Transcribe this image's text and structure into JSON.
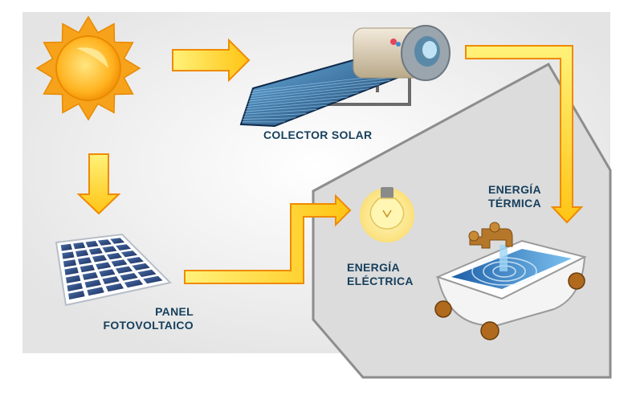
{
  "labels": {
    "collector": "COLECTOR SOLAR",
    "thermal_line1": "ENERGÍA",
    "thermal_line2": "TÉRMICA",
    "electric_line1": "ENERGÍA",
    "electric_line2": "ELÉCTRICA",
    "panel_line1": "PANEL",
    "panel_line2": "FOTOVOLTAICO"
  },
  "colors": {
    "label": "#163f5c",
    "arrow_fill": "#ffd21f",
    "arrow_stroke": "#f08a00",
    "house_fill": "#d9d9d9",
    "house_stroke": "#8a8a8a"
  }
}
